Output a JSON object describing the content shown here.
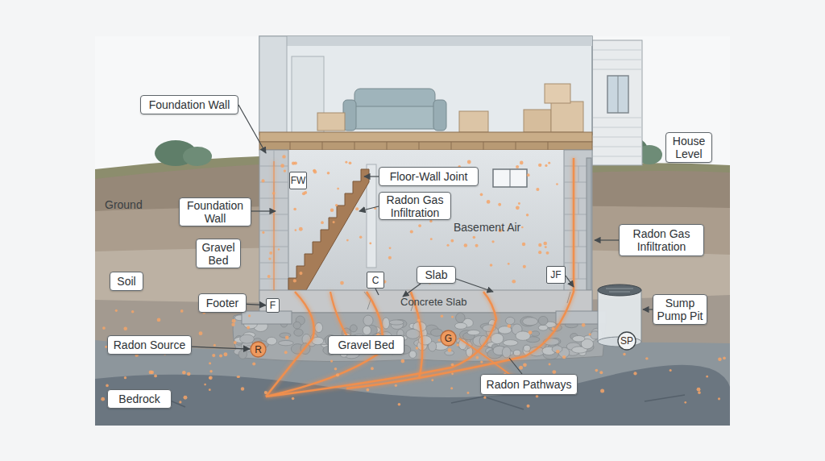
{
  "diagram": {
    "nodes": [
      {
        "text": [
          "Foundation Wall"
        ]
      },
      {
        "text": [
          "House Level"
        ]
      },
      {
        "text": [
          "FW"
        ]
      },
      {
        "text": [
          "Floor-Wall Joint"
        ]
      },
      {
        "text": [
          "Foundation Wall"
        ]
      },
      {
        "text": [
          "Radon Gas Infiltration"
        ]
      },
      {
        "text": [
          "Gravel Bed"
        ]
      },
      {
        "text": [
          "Radon Gas Infiltration"
        ]
      },
      {
        "text": [
          "C"
        ]
      },
      {
        "text": [
          "Slab"
        ]
      },
      {
        "text": [
          "JF"
        ]
      },
      {
        "text": [
          "Soil"
        ]
      },
      {
        "text": [
          "Sump Pump Pit"
        ]
      },
      {
        "text": [
          "Footer"
        ]
      },
      {
        "text": [
          "F"
        ]
      },
      {
        "text": [
          "Radon Source"
        ]
      },
      {
        "text": [
          "R"
        ]
      },
      {
        "text": [
          "Gravel Bed"
        ]
      },
      {
        "text": [
          "G"
        ]
      },
      {
        "text": [
          "SP"
        ]
      },
      {
        "text": [
          "Radon Pathways"
        ]
      },
      {
        "text": [
          "Bedrock"
        ]
      }
    ],
    "edges": [
      {
        "from": 15,
        "to": 16,
        "arrow": "to"
      },
      {
        "from": 13,
        "to": 14,
        "arrow": "to"
      }
    ],
    "labels": [
      "Ground",
      "Basement Air",
      "Concrete Slab"
    ]
  }
}
